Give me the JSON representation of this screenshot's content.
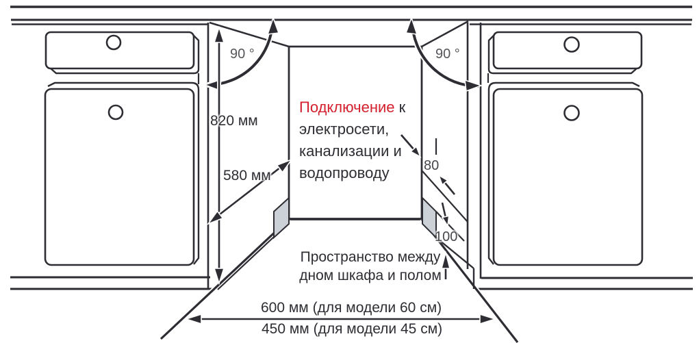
{
  "diagram": {
    "title_semantic": "built-in dishwasher niche installation drawing",
    "labels": {
      "angle_left": "90 °",
      "angle_right": "90 °",
      "dim_height": "820 мм",
      "dim_depth": "580 мм",
      "dim_plinth_depth": "80",
      "dim_plinth_height": "100",
      "width_model_60": "600 мм (для модели 60 см)",
      "width_model_45": "450 мм (для модели 45 см)"
    },
    "connection_note": {
      "highlight": "Подключение",
      "line1_rest": " к",
      "line2": "электросети,",
      "line3": "канализации и",
      "line4": "водопроводу"
    },
    "floor_note": {
      "line1": "Пространство между",
      "line2": "дном шкафа и полом"
    },
    "colors": {
      "ink": "#2e2d33",
      "accent_red": "#d41f2d",
      "angle_gray": "#55555a",
      "panel_gray": "#ccd1d7",
      "background": "#ffffff"
    }
  }
}
